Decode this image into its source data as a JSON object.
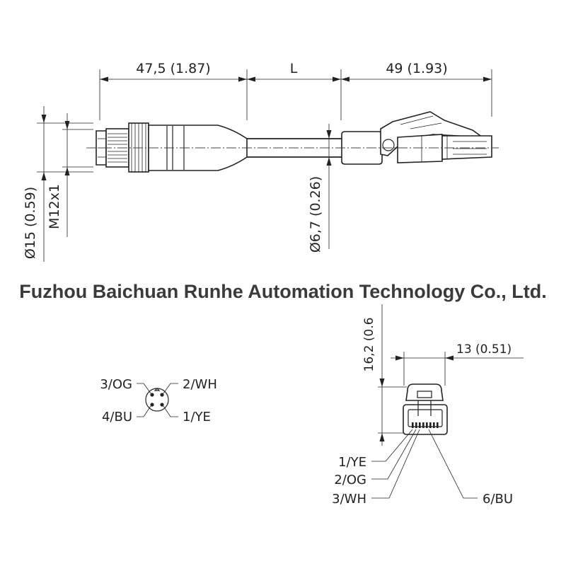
{
  "dimensions": {
    "connector_length": "47,5 (1.87)",
    "cable_length": "L",
    "plug_length": "49 (1.93)",
    "outer_diameter": "Ø15 (0.59)",
    "thread": "M12x1",
    "cable_diameter": "Ø6,7 (0.26)",
    "plug_height": "16,2 (0.6",
    "plug_width": "13 (0.51)"
  },
  "watermark": "Fuzhou Baichuan Runhe Automation Technology Co., Ltd.",
  "m12_pins": {
    "top_left": "3/OG",
    "top_right": "2/WH",
    "bottom_left": "4/BU",
    "bottom_right": "1/YE"
  },
  "rj45_pins": {
    "pin1": "1/YE",
    "pin2": "2/OG",
    "pin3": "3/WH",
    "pin6": "6/BU"
  }
}
